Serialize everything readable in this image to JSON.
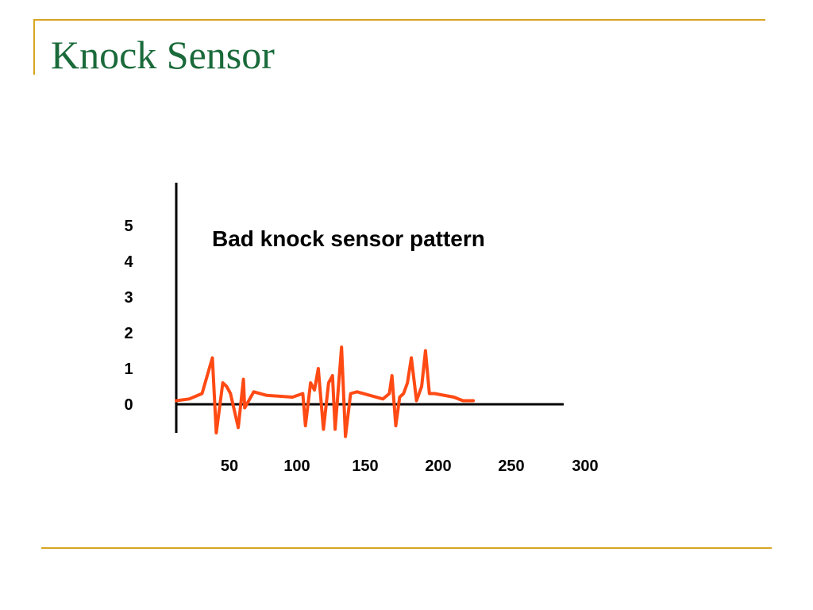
{
  "slide": {
    "title": "Knock Sensor"
  },
  "colors": {
    "frame": "#d9a521",
    "title": "#1a6a3a",
    "signal": "#ff4a14",
    "axis": "#000000"
  },
  "chart_data": {
    "type": "line",
    "title": "",
    "xlabel": "",
    "ylabel": "",
    "annotation": "Bad knock sensor pattern",
    "xlim": [
      10,
      310
    ],
    "ylim": [
      -0.8,
      6.2
    ],
    "x_ticks": [
      50,
      100,
      150,
      200,
      250,
      300
    ],
    "y_ticks": [
      0,
      1,
      2,
      3,
      4,
      5
    ],
    "grid": false,
    "series": [
      {
        "name": "",
        "color": "#ff4a14",
        "points": [
          [
            10,
            0.1
          ],
          [
            20,
            0.15
          ],
          [
            30,
            0.3
          ],
          [
            38,
            1.3
          ],
          [
            41,
            -0.8
          ],
          [
            46,
            0.6
          ],
          [
            49,
            0.5
          ],
          [
            52,
            0.3
          ],
          [
            58,
            -0.65
          ],
          [
            62,
            0.7
          ],
          [
            63,
            -0.1
          ],
          [
            70,
            0.35
          ],
          [
            80,
            0.25
          ],
          [
            100,
            0.2
          ],
          [
            108,
            0.3
          ],
          [
            110,
            -0.6
          ],
          [
            114,
            0.6
          ],
          [
            117,
            0.4
          ],
          [
            120,
            1.0
          ],
          [
            124,
            -0.7
          ],
          [
            128,
            0.6
          ],
          [
            131,
            0.8
          ],
          [
            133,
            -0.7
          ],
          [
            138,
            1.6
          ],
          [
            141,
            -0.9
          ],
          [
            145,
            0.3
          ],
          [
            150,
            0.35
          ],
          [
            170,
            0.15
          ],
          [
            175,
            0.3
          ],
          [
            177,
            0.8
          ],
          [
            180,
            -0.6
          ],
          [
            183,
            0.2
          ],
          [
            186,
            0.3
          ],
          [
            189,
            0.6
          ],
          [
            192,
            1.3
          ],
          [
            196,
            0.1
          ],
          [
            200,
            0.5
          ],
          [
            203,
            1.5
          ],
          [
            206,
            0.3
          ],
          [
            210,
            0.3
          ],
          [
            225,
            0.2
          ],
          [
            232,
            0.1
          ],
          [
            240,
            0.1
          ]
        ]
      }
    ]
  }
}
